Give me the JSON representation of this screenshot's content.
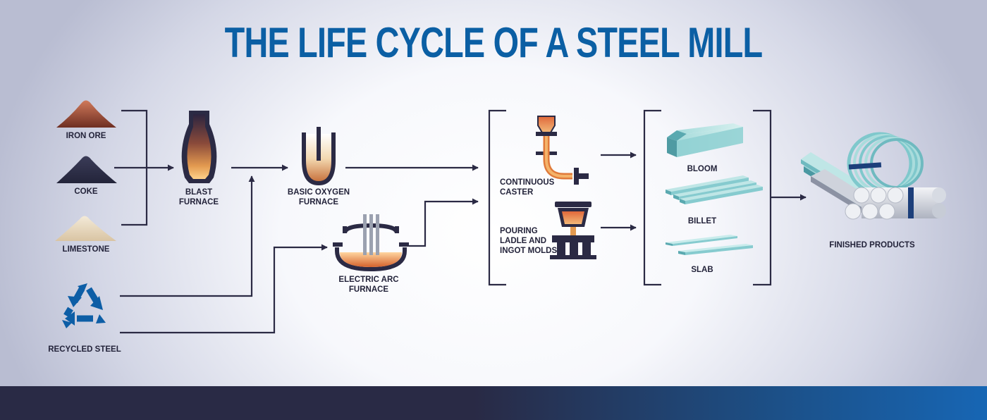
{
  "title": "THE LIFE CYCLE OF A STEEL MILL",
  "raw_materials": {
    "iron_ore": "IRON ORE",
    "coke": "COKE",
    "limestone": "LIMESTONE",
    "recycled_steel": "RECYCLED STEEL"
  },
  "furnaces": {
    "blast": [
      "BLAST",
      "FURNACE"
    ],
    "basic_oxygen": [
      "BASIC OXYGEN",
      "FURNACE"
    ],
    "electric_arc": [
      "ELECTRIC ARC",
      "FURNACE"
    ]
  },
  "casting": {
    "continuous_caster": [
      "CONTINUOUS",
      "CASTER"
    ],
    "pouring": [
      "POURING",
      "LADLE AND",
      "INGOT MOLDS"
    ]
  },
  "products": {
    "bloom": "BLOOM",
    "billet": "BILLET",
    "slab": "SLAB",
    "finished": "FINISHED PRODUCTS"
  },
  "colors": {
    "title": "#0b5fa4",
    "line": "#2b2a44",
    "recycle": "#0d5ea6",
    "steel_teal": "#7fc8cc"
  }
}
